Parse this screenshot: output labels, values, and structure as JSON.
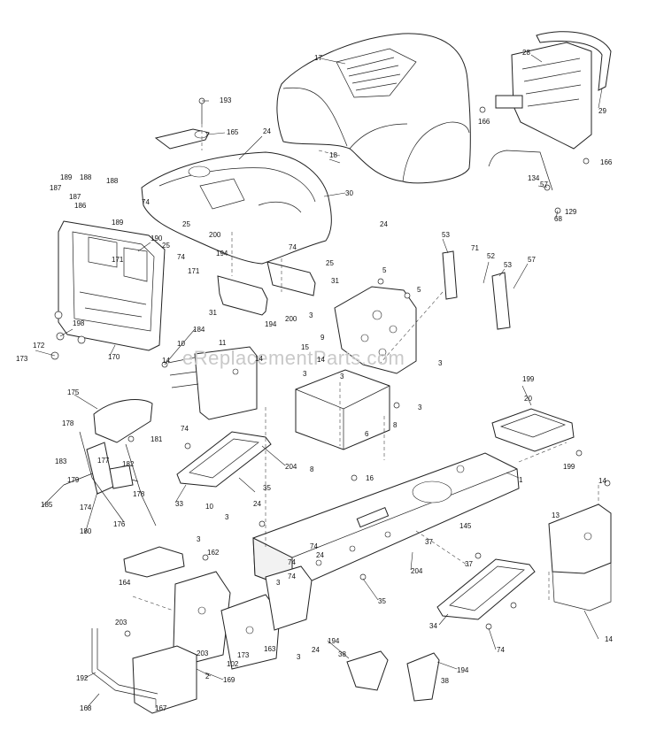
{
  "watermark": "eReplacementParts.com",
  "labels": [
    "1",
    "2",
    "3",
    "3",
    "3",
    "3",
    "3",
    "3",
    "3",
    "3",
    "3",
    "5",
    "5",
    "6",
    "8",
    "8",
    "9",
    "10",
    "10",
    "11",
    "13",
    "14",
    "14",
    "14",
    "14",
    "14",
    "15",
    "16",
    "17",
    "18",
    "20",
    "24",
    "24",
    "24",
    "24",
    "24",
    "25",
    "25",
    "25",
    "28",
    "29",
    "30",
    "31",
    "31",
    "33",
    "34",
    "35",
    "35",
    "37",
    "37",
    "38",
    "38",
    "52",
    "53",
    "53",
    "57",
    "57",
    "68",
    "71",
    "74",
    "74",
    "74",
    "74",
    "74",
    "74",
    "74",
    "74",
    "102",
    "129",
    "134",
    "145",
    "162",
    "163",
    "164",
    "165",
    "166",
    "166",
    "167",
    "168",
    "169",
    "170",
    "171",
    "171",
    "172",
    "173",
    "173",
    "174",
    "175",
    "176",
    "177",
    "178",
    "178",
    "179",
    "180",
    "181",
    "182",
    "183",
    "184",
    "185",
    "186",
    "187",
    "187",
    "188",
    "188",
    "189",
    "189",
    "190",
    "192",
    "193",
    "194",
    "194",
    "194",
    "194",
    "198",
    "199",
    "199",
    "200",
    "200",
    "203",
    "203",
    "204",
    "204"
  ]
}
